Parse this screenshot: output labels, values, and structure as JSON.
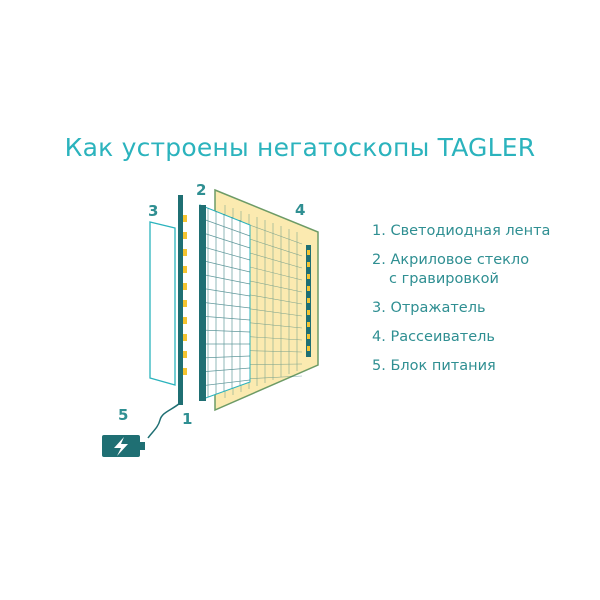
{
  "title": "Как устроены негатоскопы TAGLER",
  "numbers": {
    "n1": "1",
    "n2": "2",
    "n3": "3",
    "n4": "4",
    "n5": "5"
  },
  "legend": [
    {
      "line1": "1. Светодиодная лента"
    },
    {
      "line1": "2. Акриловое стекло",
      "line2": "с гравировкой"
    },
    {
      "line1": "3. Отражатель"
    },
    {
      "line1": "4. Рассеиватель"
    },
    {
      "line1": "5. Блок питания"
    }
  ],
  "colors": {
    "teal": "#2bb3bd",
    "dark_teal": "#1f6f73",
    "panel_yellow": "#fbeab0",
    "led_yellow": "#f4c430"
  },
  "icons": {
    "power_unit": "battery-charging-icon"
  }
}
